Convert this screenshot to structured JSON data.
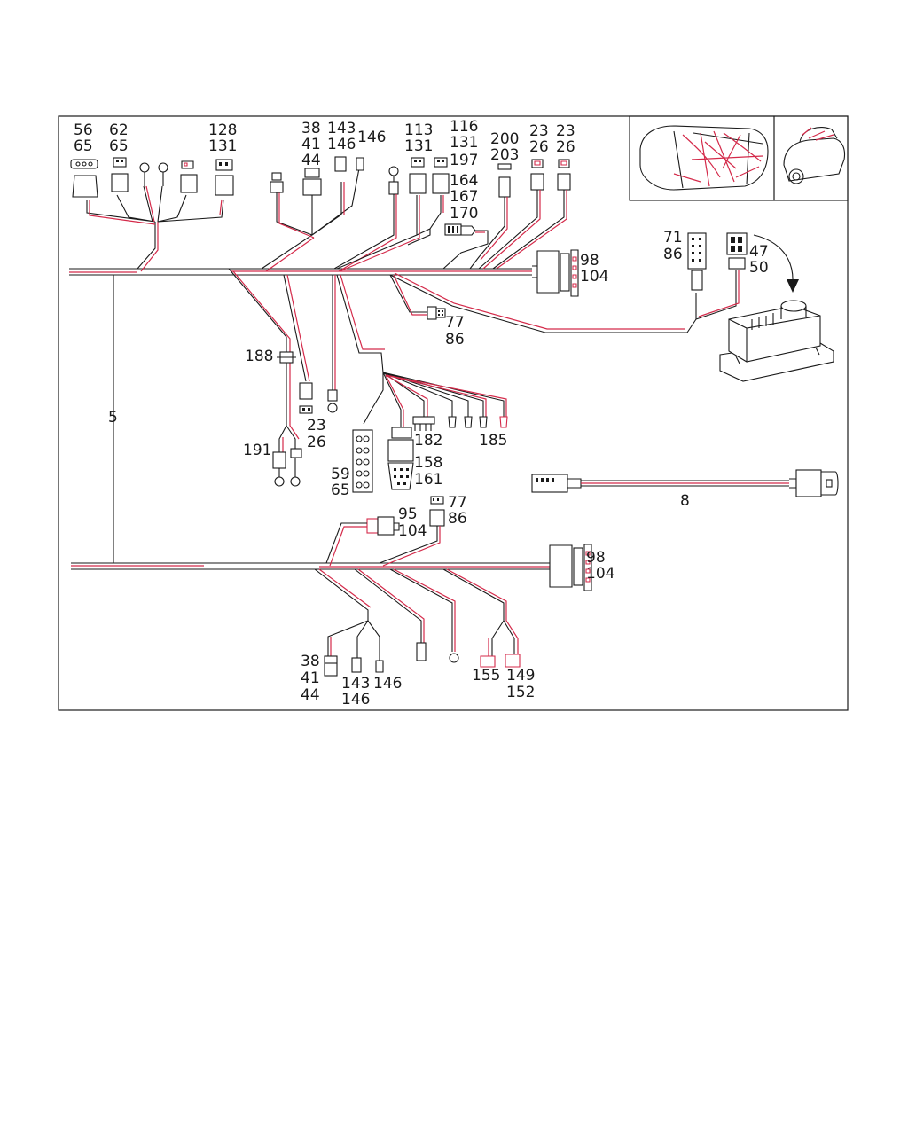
{
  "colors": {
    "line": "#1a1a1a",
    "accent": "#d42a4a",
    "background": "#ffffff"
  },
  "callouts": {
    "c56": "56",
    "c65a": "65",
    "c62": "62",
    "c65b": "65",
    "c128": "128",
    "c131a": "131",
    "c38a": "38",
    "c41a": "41",
    "c44a": "44",
    "c143a": "143",
    "c146a": "146",
    "c146b": "146",
    "c113": "113",
    "c131b": "131",
    "c116": "116",
    "c131c": "131",
    "c197": "197",
    "c164": "164",
    "c167": "167",
    "c170": "170",
    "c200": "200",
    "c203": "203",
    "c23a": "23",
    "c26a": "26",
    "c23b": "23",
    "c26b": "26",
    "c98a": "98",
    "c104a": "104",
    "c71": "71",
    "c86a": "86",
    "c47": "47",
    "c50": "50",
    "c77a": "77",
    "c86b": "86",
    "c188": "188",
    "c23c": "23",
    "c26c": "26",
    "c191": "191",
    "c5": "5",
    "c182": "182",
    "c185": "185",
    "c158": "158",
    "c161": "161",
    "c59": "59",
    "c65c": "65",
    "c8": "8",
    "c77b": "77",
    "c86c": "86",
    "c95": "95",
    "c104b": "104",
    "c98b": "98",
    "c104c": "104",
    "c38b": "38",
    "c41b": "41",
    "c44b": "44",
    "c143b": "143",
    "c146c": "146",
    "c146d": "146",
    "c155": "155",
    "c149": "149",
    "c152": "152"
  }
}
